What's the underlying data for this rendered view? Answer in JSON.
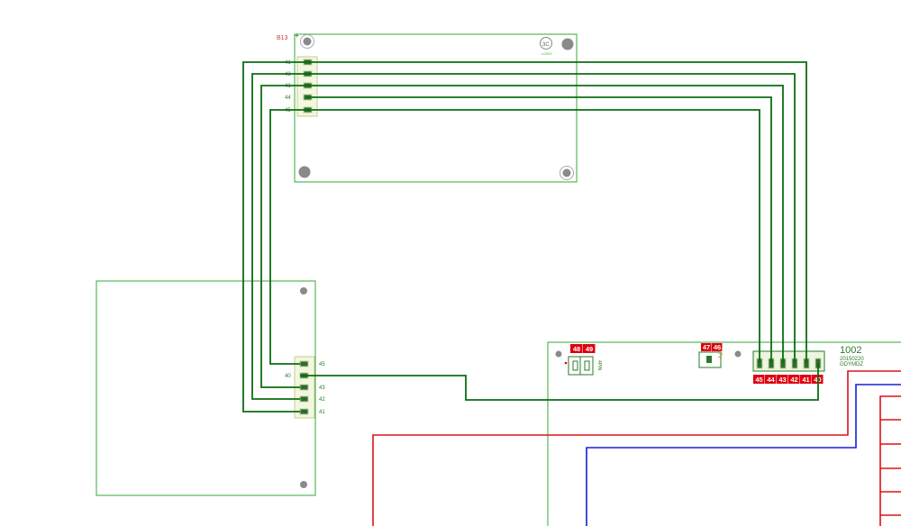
{
  "colors": {
    "board": "#33a833",
    "trace": "#0b6e12",
    "label_green": "#2a7a2a",
    "pad_red": "#e00010",
    "pad_text": "#ffffff",
    "power_red": "#e0101a",
    "power_blue": "#1420d0",
    "hole": "#8a8a8a"
  },
  "top_board": {
    "ref_label": "B13",
    "corner_mark": "+",
    "logo_label": "3C",
    "logo_caption": "LOGO",
    "pins": [
      "41",
      "42",
      "43",
      "44",
      "45"
    ]
  },
  "left_board": {
    "pins": [
      "45",
      "40",
      "43",
      "42",
      "41"
    ]
  },
  "main_board": {
    "id": "1002",
    "date": "20150220",
    "code": "GDYMDZ",
    "conn_left_pads": [
      "48",
      "49"
    ],
    "conn_left_caption": "4PIN",
    "conn_mid_pads": [
      "47",
      "46"
    ],
    "conn_mid_caption": "3.7V",
    "header_pads": [
      "45",
      "44",
      "43",
      "42",
      "41",
      "40"
    ]
  }
}
